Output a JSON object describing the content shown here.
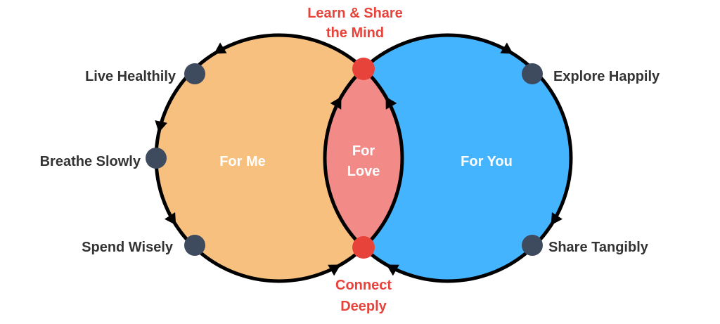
{
  "colors": {
    "me": "#F8C07E",
    "you": "#45B4FE",
    "love": "#F28B87",
    "red": "#E8433B",
    "dot": "#3E4A5E",
    "label": "#333333",
    "inner": "#FFFFFF"
  },
  "circles": {
    "me": "For Me",
    "you": "For You",
    "love_line1": "For",
    "love_line2": "Love"
  },
  "top_node": {
    "line1": "Learn & Share",
    "line2": "the Mind"
  },
  "bottom_node": {
    "line1": "Connect",
    "line2": "Deeply"
  },
  "left_nodes": [
    "Live Healthily",
    "Breathe Slowly",
    "Spend Wisely"
  ],
  "right_nodes": [
    "Explore Happily",
    "Share Tangibly"
  ]
}
